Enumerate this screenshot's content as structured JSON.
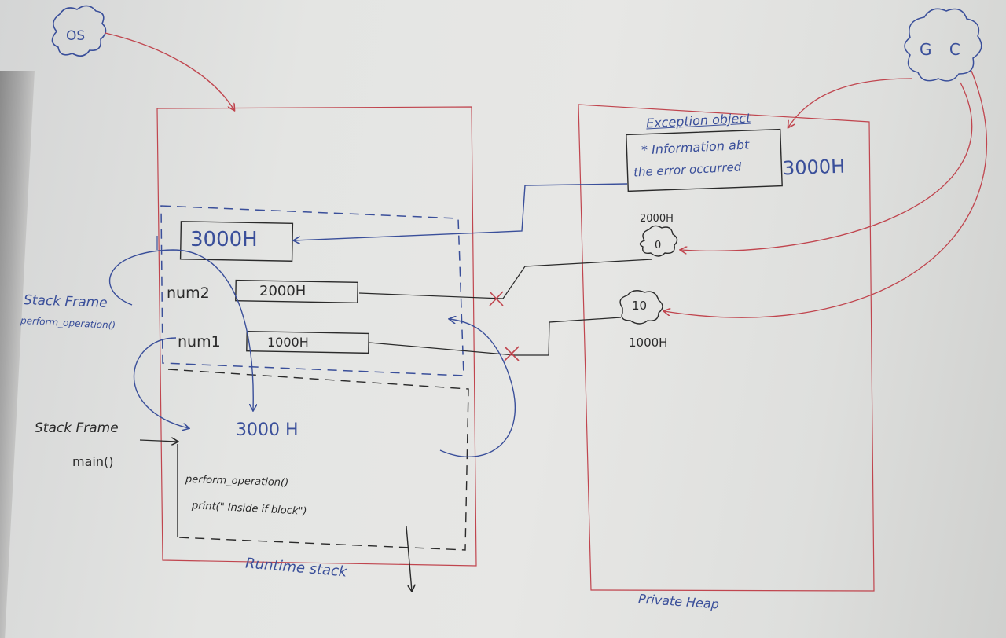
{
  "labels": {
    "os": "OS",
    "gc": "G C",
    "box_3000h_top": "3000H",
    "num2": "num2",
    "val_2000h_box": "2000H",
    "num1": "num1",
    "val_1000h_box": "1000H",
    "stack_frame_perform": "Stack Frame",
    "perform_operation_sig": "perform_operation()",
    "stack_frame_main": "Stack Frame",
    "main": "main()",
    "main_3000h": "3000 H",
    "code_line1": "perform_operation()",
    "code_line2": "print(\" Inside if block\")",
    "runtime_stack": "Runtime stack",
    "exception_title": "Exception object",
    "exception_line1": "* Information abt",
    "exception_line2": "the error occurred",
    "heap_3000h": "3000H",
    "heap_2000h": "2000H",
    "heap_obj_2000": "0",
    "heap_obj_1000": "10",
    "heap_1000h": "1000H",
    "private_heap": "Private Heap"
  },
  "colors": {
    "blue_marker": "#3a4f9a",
    "red_marker": "#c0454e",
    "black_marker": "#2a2a2a"
  }
}
